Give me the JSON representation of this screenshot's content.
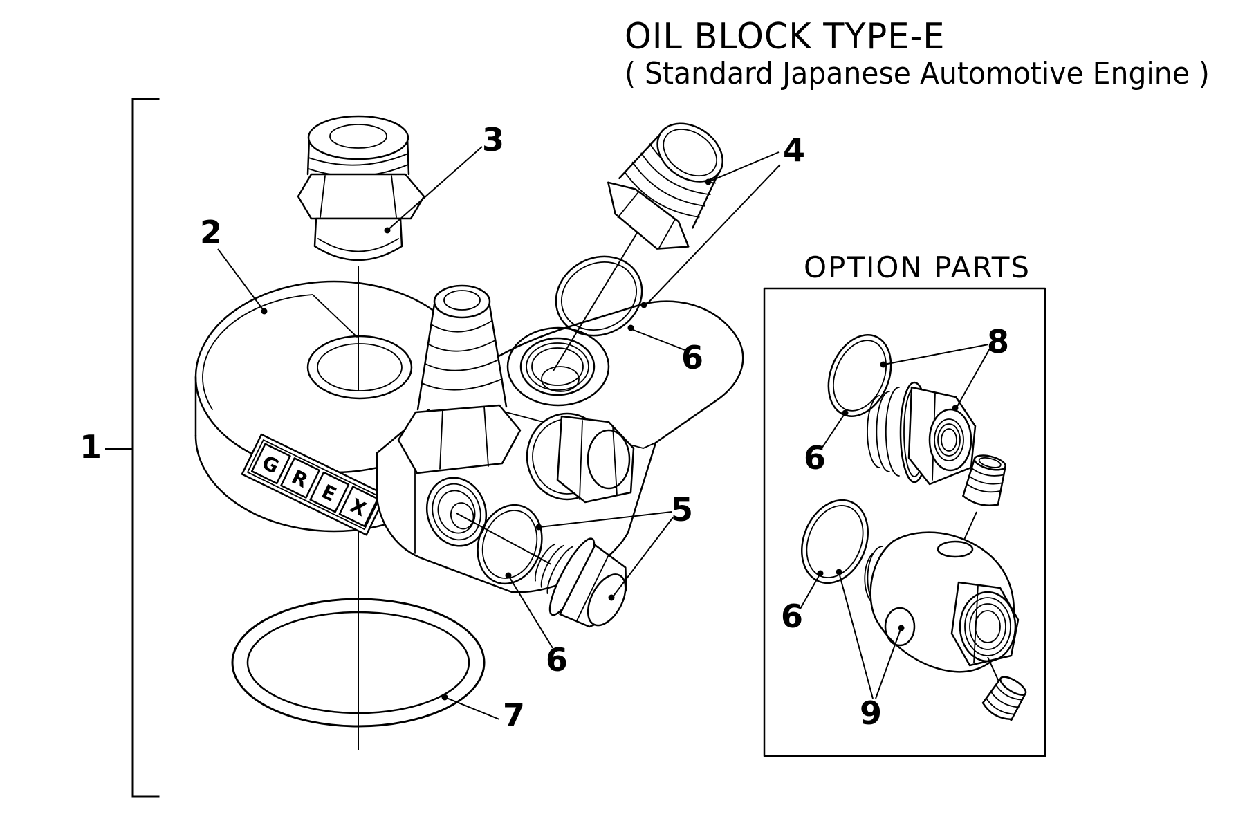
{
  "title": {
    "line1": "OIL BLOCK TYPE-E",
    "line2": "( Standard Japanese Automotive Engine )"
  },
  "option_section": {
    "label": "OPTION PARTS"
  },
  "brand_badge": {
    "letters": [
      "G",
      "R",
      "E",
      "X"
    ]
  },
  "callouts": {
    "assembly": "1",
    "sandwich_plate": "2",
    "center_fitting": "3",
    "an_fitting": "4",
    "plug": "5",
    "oring_top": "6",
    "oring_side": "6",
    "filter_oring": "7",
    "opt_fitting": "8",
    "opt_fitting_oring": "6",
    "opt_body": "9",
    "opt_body_oring": "6"
  },
  "colors": {
    "line": "#000000",
    "background": "#ffffff"
  }
}
